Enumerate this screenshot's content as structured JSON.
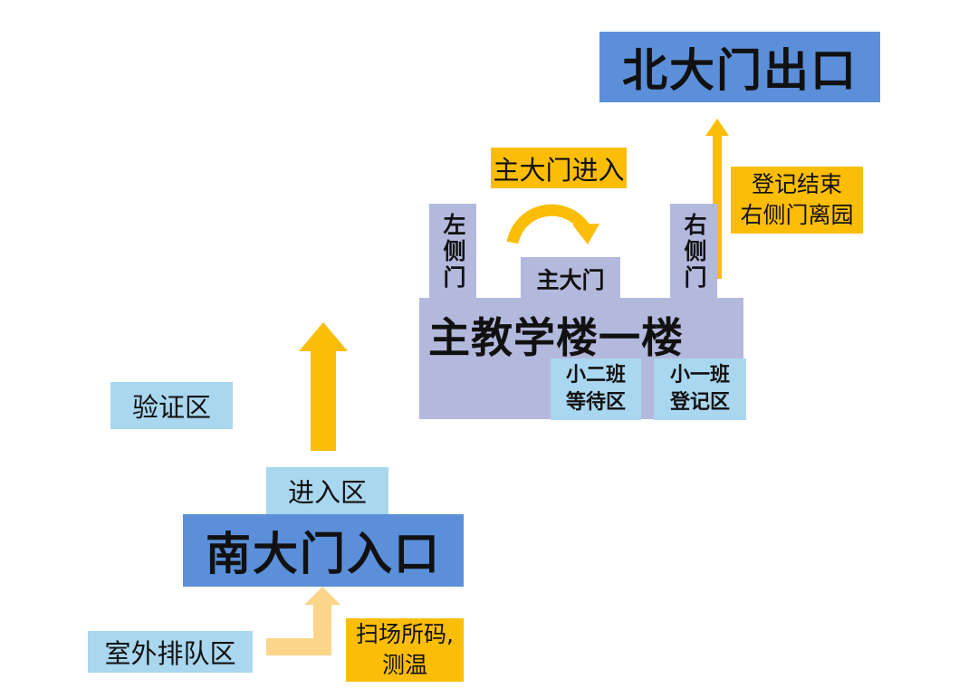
{
  "nodes": {
    "north_exit": "北大门出口",
    "main_building": "主教学楼一楼",
    "south_entrance": "南大门入口",
    "left_side_door": "左侧门",
    "main_door": "主大门",
    "right_side_door": "右侧门",
    "class2_waiting": "小二班\n等待区",
    "class1_register": "小一班\n登记区",
    "verification_area": "验证区",
    "entry_area": "进入区",
    "outdoor_queue": "室外排队区"
  },
  "annotations": {
    "main_door_entry": "主大门进入",
    "register_end_exit": "登记结束\n右侧门离园",
    "scan_temp": "扫场所码,\n测温"
  },
  "colors": {
    "dark_blue": "#5b8fd9",
    "light_blue": "#a9d7ef",
    "lavender": "#b3b9dd",
    "gold": "#fbbd06",
    "pale_gold": "#fcd58a"
  }
}
